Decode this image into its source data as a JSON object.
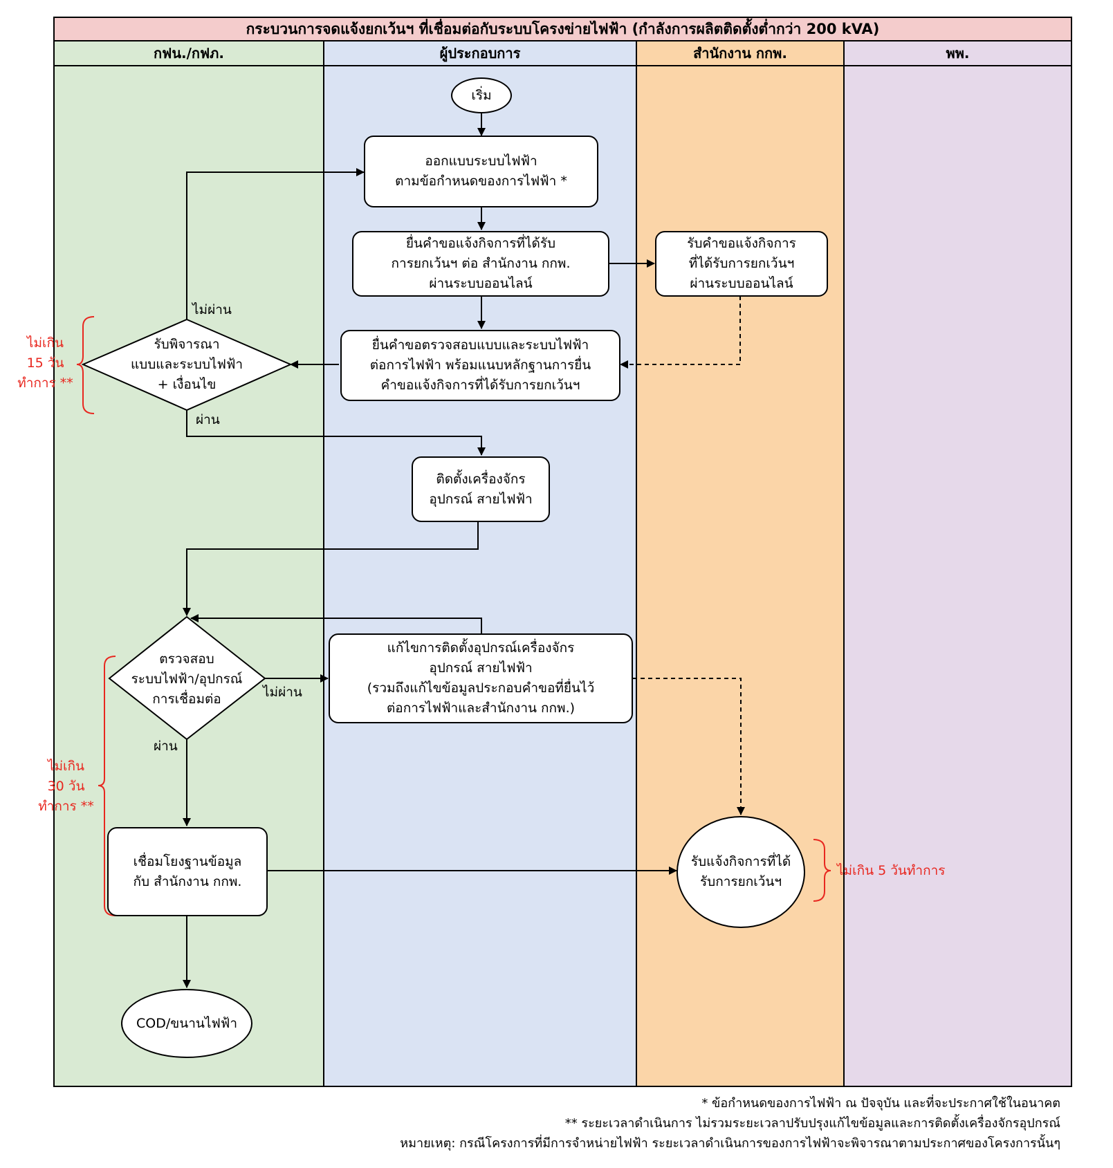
{
  "title": "กระบวนการจดแจ้งยกเว้นฯ ที่เชื่อมต่อกับระบบโครงข่ายไฟฟ้า (กำลังการผลิตติดตั้งต่ำกว่า 200 kVA)",
  "lanes": [
    {
      "label": "กฟน./กฟภ.",
      "color": "#d9ead3"
    },
    {
      "label": "ผู้ประกอบการ",
      "color": "#dae3f3"
    },
    {
      "label": "สำนักงาน กกพ.",
      "color": "#fbd5a8"
    },
    {
      "label": "พพ.",
      "color": "#e6d9ea"
    }
  ],
  "nodes": {
    "start": "เริ่ม",
    "design": "ออกแบบระบบไฟฟ้า\nตามข้อกำหนดของการไฟฟ้า *",
    "submit_online": "ยื่นคำขอแจ้งกิจการที่ได้รับ\nการยกเว้นฯ ต่อ สำนักงาน กกพ.\nผ่านระบบออนไลน์",
    "receive_online": "รับคำขอแจ้งกิจการ\nที่ได้รับการยกเว้นฯ\nผ่านระบบออนไลน์",
    "submit_check": "ยื่นคำขอตรวจสอบแบบและระบบไฟฟ้า\nต่อการไฟฟ้า พร้อมแนบหลักฐานการยื่น\nคำขอแจ้งกิจการที่ได้รับการยกเว้นฯ",
    "consider": "รับพิจารณา\nแบบและระบบไฟฟ้า\n+ เงื่อนไข",
    "install": "ติดตั้งเครื่องจักร\nอุปกรณ์ สายไฟฟ้า",
    "inspect": "ตรวจสอบ\nระบบไฟฟ้า/อุปกรณ์\nการเชื่อมต่อ",
    "fix": "แก้ไขการติดตั้งอุปกรณ์เครื่องจักร\nอุปกรณ์ สายไฟฟ้า\n(รวมถึงแก้ไขข้อมูลประกอบคำขอที่ยื่นไว้\nต่อการไฟฟ้าและสำนักงาน กกพ.)",
    "link_db": "เชื่อมโยงฐานข้อมูล\nกับ สำนักงาน กกพ.",
    "receive_notice": "รับแจ้งกิจการที่ได้\nรับการยกเว้นฯ",
    "cod": "COD/ขนานไฟฟ้า"
  },
  "edge_labels": {
    "fail_1": "ไม่ผ่าน",
    "pass_1": "ผ่าน",
    "fail_2": "ไม่ผ่าน",
    "pass_2": "ผ่าน"
  },
  "durations": {
    "d15": "ไม่เกิน\n15 วัน\nทำการ **",
    "d30": "ไม่เกิน\n30 วัน\nทำการ **",
    "d5": "ไม่เกิน 5 วันทำการ"
  },
  "notes": [
    "* ข้อกำหนดของการไฟฟ้า ณ ปัจจุบัน และที่จะประกาศใช้ในอนาคต",
    "** ระยะเวลาดำเนินการ ไม่รวมระยะเวลาปรับปรุงแก้ไขข้อมูลและการติดตั้งเครื่องจักรอุปกรณ์",
    "หมายเหตุ: กรณีโครงการที่มีการจำหน่ายไฟฟ้า ระยะเวลาดำเนินการของการไฟฟ้าจะพิจารณาตามประกาศของโครงการนั้นๆ"
  ],
  "colors": {
    "title_bg": "#f4cccc",
    "duration_red": "#e8271f"
  }
}
